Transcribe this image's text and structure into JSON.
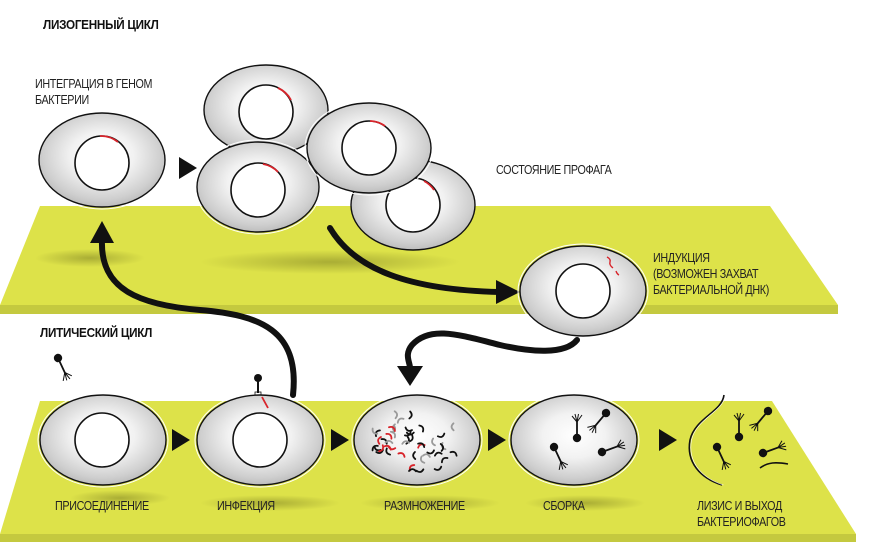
{
  "colors": {
    "band": "#dde249",
    "band_edge": "#c4c93f",
    "cell_fill": "#e0e0e0",
    "outline": "#111111",
    "dna_red": "#d8232a",
    "fragment_gray": "#9a9a9a"
  },
  "lysogenic": {
    "title": "ЛИЗОГЕННЫЙ ЦИКЛ",
    "integration_label_line1": "ИНТЕГРАЦИЯ В ГЕНОМ",
    "integration_label_line2": "БАКТЕРИИ",
    "prophage_label": "СОСТОЯНИЕ ПРОФАГА",
    "induction_label_line1": "ИНДУКЦИЯ",
    "induction_label_line2": "(ВОЗМОЖЕН ЗАХВАТ",
    "induction_label_line3": "БАКТЕРИАЛЬНОЙ ДНК)"
  },
  "lytic": {
    "title": "ЛИТИЧЕСКИЙ ЦИКЛ",
    "steps": [
      {
        "label": "ПРИСОЕДИНЕНИЕ"
      },
      {
        "label": "ИНФЕКЦИЯ"
      },
      {
        "label": "РАЗМНОЖЕНИЕ"
      },
      {
        "label": "СБОРКА"
      },
      {
        "label_line1": "ЛИЗИС И ВЫХОД",
        "label_line2": "БАКТЕРИОФАГОВ"
      }
    ]
  }
}
